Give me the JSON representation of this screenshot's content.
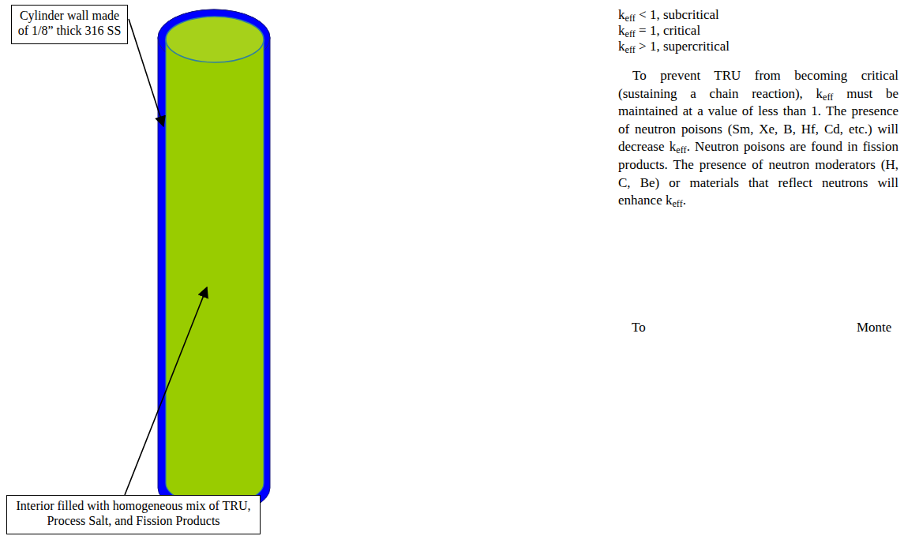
{
  "diagram": {
    "nodes": [
      {
        "text": [
          "Cylinder wall made of 1/8” thick 316 SS"
        ]
      },
      {
        "text": [
          "Interior filled with homogeneous mix of TRU, Process Salt, and Fission Products"
        ]
      }
    ],
    "labels": [
      "keff < 1, subcritical",
      "keff = 1, critical",
      "keff > 1, supercritical",
      "To prevent TRU from becoming critical (sustaining a chain reaction), keff must be maintained at a value of less than 1. The presence of neutron poisons (Sm, Xe, B, Hf, Cd, etc.) will decrease keff. Neutron poisons are found in fission products. The presence of neutron moderators (H, C, Be) or materials that reflect neutrons will enhance keff.",
      "To",
      "Monte"
    ]
  }
}
